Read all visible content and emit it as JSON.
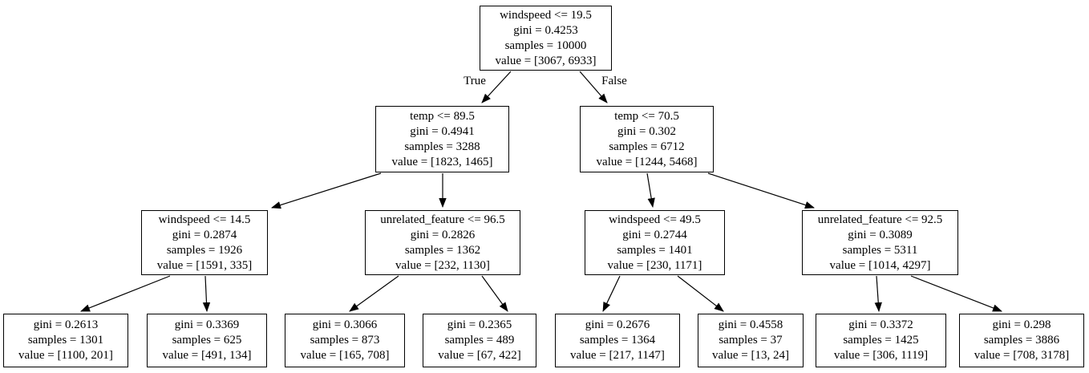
{
  "diagram": {
    "type": "decision-tree",
    "edge_labels": {
      "true_branch": "True",
      "false_branch": "False"
    }
  },
  "colors": {
    "background": "#ffffff",
    "node_fill": "#ffffff",
    "node_border": "#000000",
    "text": "#000000"
  },
  "nodes": {
    "root": {
      "lines": [
        "windspeed <= 19.5",
        "gini = 0.4253",
        "samples = 10000",
        "value = [3067, 6933]"
      ]
    },
    "true_child": {
      "lines": [
        "temp <= 89.5",
        "gini = 0.4941",
        "samples = 3288",
        "value = [1823, 1465]"
      ]
    },
    "false_child": {
      "lines": [
        "temp <= 70.5",
        "gini = 0.302",
        "samples = 6712",
        "value = [1244, 5468]"
      ]
    },
    "tt": {
      "lines": [
        "windspeed <= 14.5",
        "gini = 0.2874",
        "samples = 1926",
        "value = [1591, 335]"
      ]
    },
    "tf": {
      "lines": [
        "unrelated_feature <= 96.5",
        "gini = 0.2826",
        "samples = 1362",
        "value = [232, 1130]"
      ]
    },
    "ft": {
      "lines": [
        "windspeed <= 49.5",
        "gini = 0.2744",
        "samples = 1401",
        "value = [230, 1171]"
      ]
    },
    "ff": {
      "lines": [
        "unrelated_feature <= 92.5",
        "gini = 0.3089",
        "samples = 5311",
        "value = [1014, 4297]"
      ]
    },
    "leaf1": {
      "lines": [
        "gini = 0.2613",
        "samples = 1301",
        "value = [1100, 201]"
      ]
    },
    "leaf2": {
      "lines": [
        "gini = 0.3369",
        "samples = 625",
        "value = [491, 134]"
      ]
    },
    "leaf3": {
      "lines": [
        "gini = 0.3066",
        "samples = 873",
        "value = [165, 708]"
      ]
    },
    "leaf4": {
      "lines": [
        "gini = 0.2365",
        "samples = 489",
        "value = [67, 422]"
      ]
    },
    "leaf5": {
      "lines": [
        "gini = 0.2676",
        "samples = 1364",
        "value = [217, 1147]"
      ]
    },
    "leaf6": {
      "lines": [
        "gini = 0.4558",
        "samples = 37",
        "value = [13, 24]"
      ]
    },
    "leaf7": {
      "lines": [
        "gini = 0.3372",
        "samples = 1425",
        "value = [306, 1119]"
      ]
    },
    "leaf8": {
      "lines": [
        "gini = 0.298",
        "samples = 3886",
        "value = [708, 3178]"
      ]
    }
  }
}
